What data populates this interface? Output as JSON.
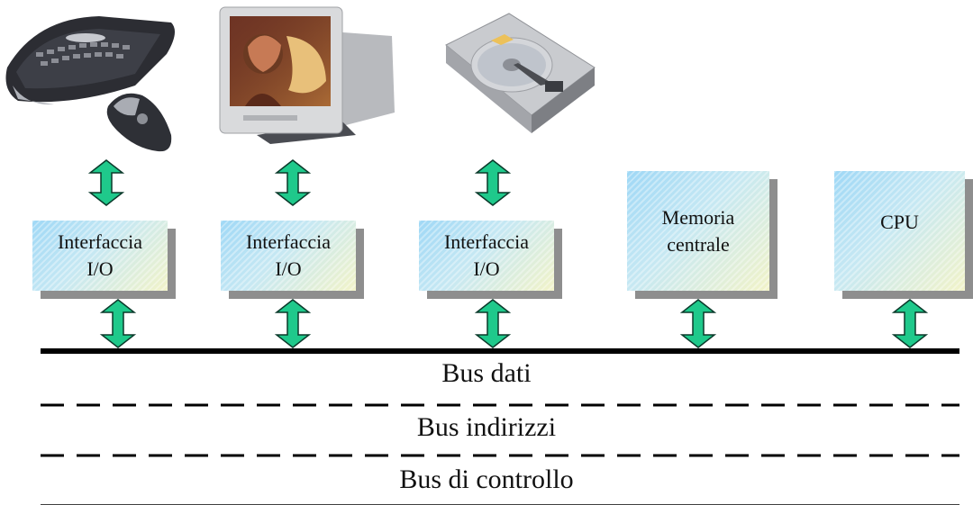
{
  "devices": [
    {
      "name": "keyboard-and-mouse",
      "icon": "keyboard-mouse-icon"
    },
    {
      "name": "crt-monitor",
      "icon": "monitor-icon"
    },
    {
      "name": "hard-disk",
      "icon": "hard-disk-icon"
    }
  ],
  "boxes": [
    {
      "line1": "Interfaccia",
      "line2": "I/O"
    },
    {
      "line1": "Interfaccia",
      "line2": "I/O"
    },
    {
      "line1": "Interfaccia",
      "line2": "I/O"
    },
    {
      "line1": "Memoria",
      "line2": "centrale"
    },
    {
      "line1": "CPU",
      "line2": ""
    }
  ],
  "buses": {
    "data": "Bus dati",
    "address": "Bus indirizzi",
    "control": "Bus di controllo"
  },
  "colors": {
    "arrow_fill": "#1fc98b",
    "arrow_stroke": "#0b3a2b",
    "box_light": "#c6e8f3",
    "box_shadow": "#8e8e8e"
  }
}
